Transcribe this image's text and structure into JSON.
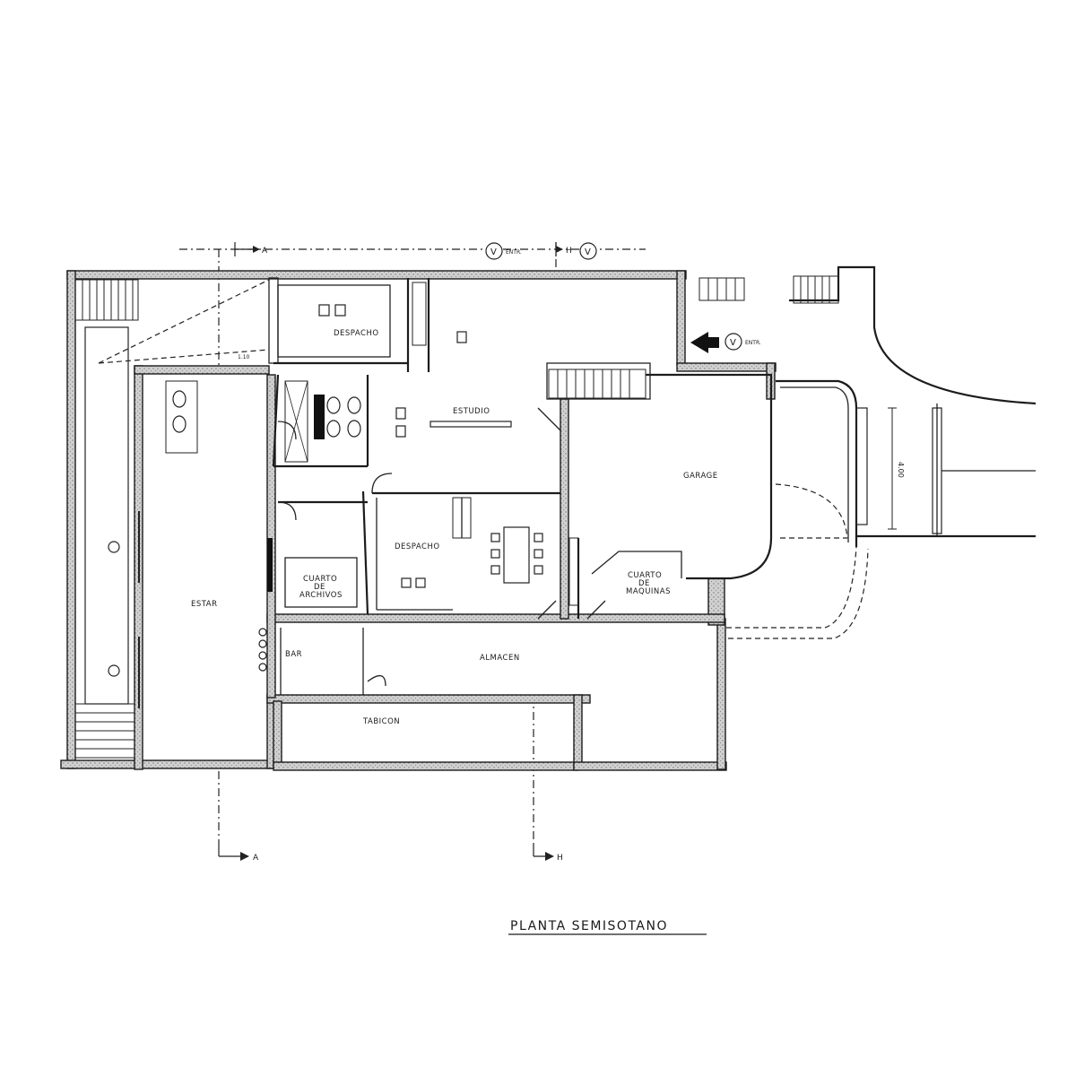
{
  "drawing": {
    "title": "PLANTA SEMISOTANO",
    "rooms": {
      "despacho_top": "DESPACHO",
      "estudio": "ESTUDIO",
      "garage": "GARAGE",
      "despacho_middle": "DESPACHO",
      "cuarto_archivos": "CUARTO DE ARCHIVOS",
      "cuarto_maquinas_1": "CUARTO",
      "cuarto_maquinas_2": "DE",
      "cuarto_maquinas_3": "MAQUINAS",
      "estar": "ESTAR",
      "bar": "BAR",
      "almacen": "ALMACEN",
      "cuarto_1": "CUARTO",
      "cuarto_2": "DE",
      "archivos": "ARCHIVOS",
      "tabicon": "TABICON"
    },
    "section_marks": {
      "a_top": "A",
      "a_bottom": "A",
      "h_top": "H",
      "h_bottom": "H",
      "v_entr_top": "ENTR.",
      "v_entr_side": "ENTR.",
      "v_symbol": "V"
    },
    "dimensions": {
      "width_garage_access": "4.00",
      "small_note": "1.10"
    }
  }
}
